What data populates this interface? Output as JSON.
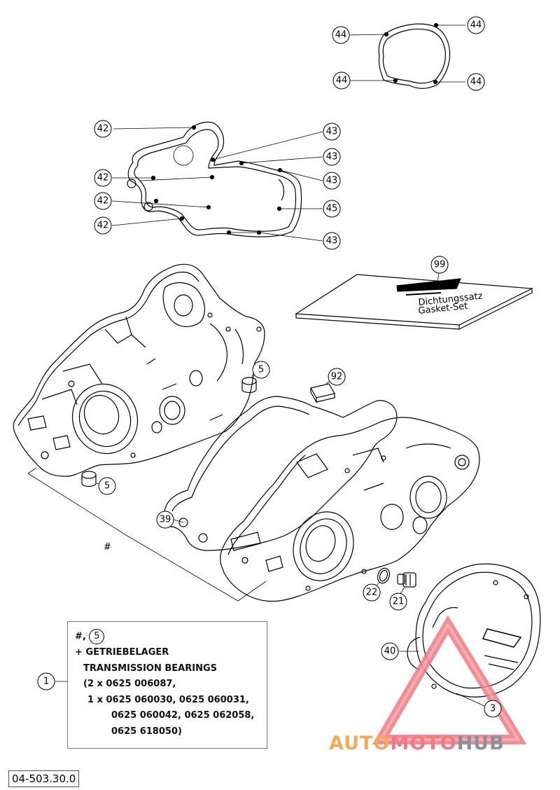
{
  "callouts": {
    "c44_tl": "44",
    "c44_tr": "44",
    "c44_bl": "44",
    "c44_br": "44",
    "c42_a": "42",
    "c42_b": "42",
    "c42_c": "42",
    "c42_d": "42",
    "c43_a": "43",
    "c43_b": "43",
    "c43_c": "43",
    "c43_d": "43",
    "c45": "45",
    "c99": "99",
    "c92": "92",
    "c5_a": "5",
    "c5_b": "5",
    "c39": "39",
    "c22": "22",
    "c21": "21",
    "c40": "40",
    "c3": "3",
    "c1": "1"
  },
  "hash_label": "#",
  "kit_label_1": "Dichtungssatz",
  "kit_label_2": "Gasket-Set",
  "legend": {
    "line1_prefix": "#,",
    "line1_circle": "5",
    "line2": "+ GETRIEBELAGER",
    "line3": "TRANSMISSION BEARINGS",
    "line4": "(2 x 0625 006087,",
    "line5": "1 x 0625 060030, 0625 060031,",
    "line6": "0625 060042, 0625 062058,",
    "line7": "0625 618050)"
  },
  "part_code": "04-503.30.0",
  "watermark": {
    "part1": "AUTO",
    "part2": "MOTO",
    "part3": "HUB"
  },
  "colors": {
    "watermark_orange": "#f4a85a",
    "watermark_pink": "#f07a84",
    "watermark_gray": "#8a9199",
    "line": "#000000"
  }
}
